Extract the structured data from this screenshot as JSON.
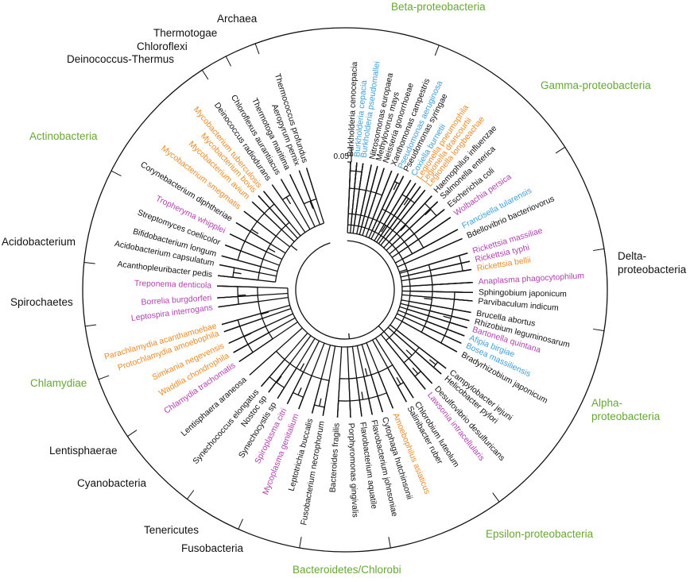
{
  "colors": {
    "default": "#111111",
    "group_green": "#66a832",
    "pathogen_purple": "#b23fb0",
    "endosymbiont_orange": "#ea8a26",
    "facultative_blue": "#3f9fd6"
  },
  "scale_bar": {
    "label": "0.05"
  },
  "groups": [
    {
      "label": "Beta-proteobacteria",
      "color": "group_green"
    },
    {
      "label": "Gamma-proteobacteria",
      "color": "group_green"
    },
    {
      "label": "Delta-",
      "label2": "proteobacteria",
      "color": "default"
    },
    {
      "label": "Alpha-",
      "label2": "proteobacteria",
      "color": "group_green"
    },
    {
      "label": "Epsilon-proteobacteria",
      "color": "group_green"
    },
    {
      "label": "Bacteroidetes/Chlorobi",
      "color": "group_green"
    },
    {
      "label": "Fusobacteria",
      "color": "default"
    },
    {
      "label": "Tenericutes",
      "color": "default"
    },
    {
      "label": "Cyanobacteria",
      "color": "default"
    },
    {
      "label": "Lentisphaerae",
      "color": "default"
    },
    {
      "label": "Chlamydiae",
      "color": "group_green"
    },
    {
      "label": "Spirochaetes",
      "color": "default"
    },
    {
      "label": "Acidobacterium",
      "color": "default"
    },
    {
      "label": "Actinobacteria",
      "color": "group_green"
    },
    {
      "label": "Deinococcus-Thermus",
      "color": "default"
    },
    {
      "label": "Chloroflexi",
      "color": "default"
    },
    {
      "label": "Thermotogae",
      "color": "default"
    },
    {
      "label": "Archaea",
      "color": "default"
    }
  ],
  "taxa": [
    {
      "name": "Burkholderia cenocepacia",
      "color": "default"
    },
    {
      "name": "Burkholderia cepacia",
      "color": "facultative_blue"
    },
    {
      "name": "Burkholderia pseudomallei",
      "color": "facultative_blue"
    },
    {
      "name": "Nitrosomonas europaea",
      "color": "default"
    },
    {
      "name": "Methylovorus mays",
      "color": "default"
    },
    {
      "name": "Neisseria gonorrhoeae",
      "color": "default"
    },
    {
      "name": "Xanthomonas campestris",
      "color": "default"
    },
    {
      "name": "Pseudomonas aeruginosa",
      "color": "facultative_blue"
    },
    {
      "name": "Pseudomonas syringae",
      "color": "default"
    },
    {
      "name": "Coxiella burnetii",
      "color": "facultative_blue"
    },
    {
      "name": "Legionella pneumophila",
      "color": "endosymbiont_orange"
    },
    {
      "name": "Legionella drancourtii",
      "color": "endosymbiont_orange"
    },
    {
      "name": "Legionella longbeachae",
      "color": "endosymbiont_orange"
    },
    {
      "name": "Haemophilus influenzae",
      "color": "default"
    },
    {
      "name": "Salmonella enterica",
      "color": "default"
    },
    {
      "name": "Escherichia coli",
      "color": "default"
    },
    {
      "name": "Wolbachia persica",
      "color": "pathogen_purple"
    },
    {
      "name": "Francisella tularensis",
      "color": "facultative_blue"
    },
    {
      "name": "Bdellovibrio bacteriovorus",
      "color": "default"
    },
    {
      "name": "Rickettsia massiliae",
      "color": "pathogen_purple"
    },
    {
      "name": "Rickettsia typhi",
      "color": "pathogen_purple"
    },
    {
      "name": "Rickettsia bellii",
      "color": "endosymbiont_orange"
    },
    {
      "name": "Anaplasma phagocytophilum",
      "color": "pathogen_purple"
    },
    {
      "name": "Sphingobium japonicum",
      "color": "default"
    },
    {
      "name": "Parvibaculum indicum",
      "color": "default"
    },
    {
      "name": "Brucella abortus",
      "color": "default"
    },
    {
      "name": "Rhizobium leguminosarum",
      "color": "default"
    },
    {
      "name": "Bartonella quintana",
      "color": "pathogen_purple"
    },
    {
      "name": "Afipia birgiae",
      "color": "facultative_blue"
    },
    {
      "name": "Bosea massiliensis",
      "color": "facultative_blue"
    },
    {
      "name": "Bradyrhizobium japonicum",
      "color": "default"
    },
    {
      "name": "Campylobacter jejuni",
      "color": "default"
    },
    {
      "name": "Helicobacter pylori",
      "color": "default"
    },
    {
      "name": "Desulfovibrio desulfuricans",
      "color": "default"
    },
    {
      "name": "Lawsonia intracellularis",
      "color": "pathogen_purple"
    },
    {
      "name": "Chlorobium luteolum",
      "color": "default"
    },
    {
      "name": "Salinibacter ruber",
      "color": "default"
    },
    {
      "name": "Amoebophilus asiaticus",
      "color": "endosymbiont_orange"
    },
    {
      "name": "Cytophaga hutchinsonii",
      "color": "default"
    },
    {
      "name": "Flavobacterium johnsoniae",
      "color": "default"
    },
    {
      "name": "Flavobacterium aquatile",
      "color": "default"
    },
    {
      "name": "Porphyromonas gingivalis",
      "color": "default"
    },
    {
      "name": "Bacteroides fragilis",
      "color": "default"
    },
    {
      "name": "Fusobacterium necrophorum",
      "color": "default"
    },
    {
      "name": "Leptotrichia buccalis",
      "color": "default"
    },
    {
      "name": "Mycoplasma genitalium",
      "color": "pathogen_purple"
    },
    {
      "name": "Spiroplasma citri",
      "color": "pathogen_purple"
    },
    {
      "name": "Synechocystis sp",
      "color": "default"
    },
    {
      "name": "Nostoc sp",
      "color": "default"
    },
    {
      "name": "Synechococcus elongatus",
      "color": "default"
    },
    {
      "name": "Lentisphaera araneosa",
      "color": "default"
    },
    {
      "name": "Chlamydia trachomatis",
      "color": "pathogen_purple"
    },
    {
      "name": "Waddlia chondrophila",
      "color": "endosymbiont_orange"
    },
    {
      "name": "Simkania negevensis",
      "color": "endosymbiont_orange"
    },
    {
      "name": "Protochlamydia amoebophila",
      "color": "endosymbiont_orange"
    },
    {
      "name": "Parachlamydia acanthamoebae",
      "color": "endosymbiont_orange"
    },
    {
      "name": "Leptospira interrogans",
      "color": "pathogen_purple"
    },
    {
      "name": "Borrelia burgdorferi",
      "color": "pathogen_purple"
    },
    {
      "name": "Treponema denticola",
      "color": "pathogen_purple"
    },
    {
      "name": "Acanthopleuribacter pedis",
      "color": "default"
    },
    {
      "name": "Acidobacterium capsulatum",
      "color": "default"
    },
    {
      "name": "Bifidobacterium longum",
      "color": "default"
    },
    {
      "name": "Streptomyces coelicolor",
      "color": "default"
    },
    {
      "name": "Tropheryma whipplei",
      "color": "pathogen_purple"
    },
    {
      "name": "Corynebacterium diphtheriae",
      "color": "default"
    },
    {
      "name": "Mycobacterium smegmatis",
      "color": "endosymbiont_orange"
    },
    {
      "name": "Mycobacterium avium",
      "color": "endosymbiont_orange"
    },
    {
      "name": "Mycobacterium bovis",
      "color": "endosymbiont_orange"
    },
    {
      "name": "Mycobacterium tuberculosis",
      "color": "endosymbiont_orange"
    },
    {
      "name": "Deinococcus radiodurans",
      "color": "default"
    },
    {
      "name": "Chloroflexus aurantiacus",
      "color": "default"
    },
    {
      "name": "Thermotoga maritima",
      "color": "default"
    },
    {
      "name": "Aeropyrum pernix",
      "color": "default"
    },
    {
      "name": "Thermococcus profundus",
      "color": "default"
    }
  ]
}
